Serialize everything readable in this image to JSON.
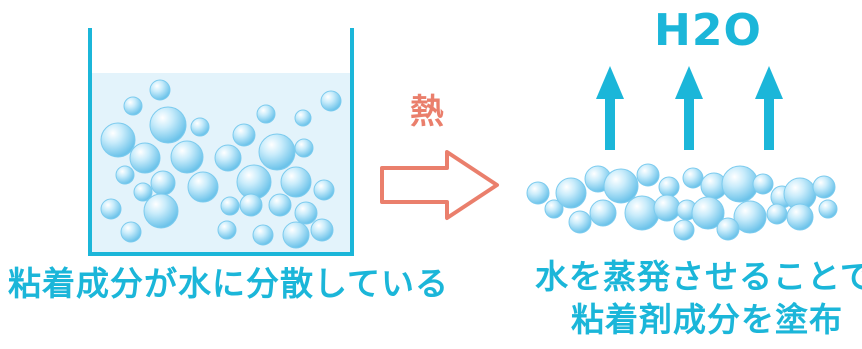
{
  "labels": {
    "heat": "熱",
    "vapor": "H2O",
    "left_caption": "粘着成分が水に分散している",
    "right_caption_line1": "水を蒸発させることで",
    "right_caption_line2": "粘着剤成分を塗布"
  },
  "colors": {
    "accent": "#1bb6d9",
    "water": "#e3f3fb",
    "bubble": "#8fd3f2",
    "heat_arrow": "#ea7f6c"
  }
}
